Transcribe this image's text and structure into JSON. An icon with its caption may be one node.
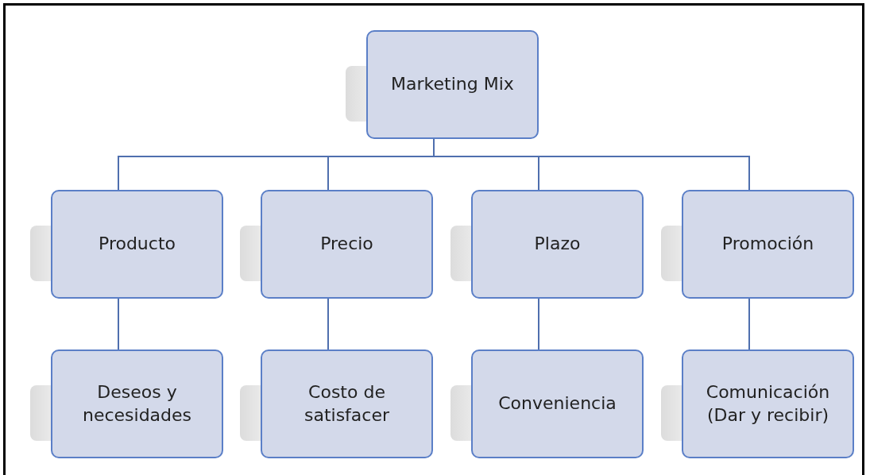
{
  "diagram": {
    "nodes": [
      {
        "text": [
          "Marketing Mix"
        ]
      },
      {
        "text": [
          "Producto"
        ]
      },
      {
        "text": [
          "Precio"
        ]
      },
      {
        "text": [
          "Plazo"
        ]
      },
      {
        "text": [
          "Promoción"
        ]
      },
      {
        "text": [
          "Deseos y necesidades"
        ]
      },
      {
        "text": [
          "Costo de satisfacer"
        ]
      },
      {
        "text": [
          "Conveniencia"
        ]
      },
      {
        "text": [
          "Comunicación (Dar y recibir)"
        ]
      }
    ],
    "edges": [
      {
        "from": 0,
        "to": 1,
        "arrow": "none"
      },
      {
        "from": 0,
        "to": 2,
        "arrow": "none"
      },
      {
        "from": 0,
        "to": 3,
        "arrow": "none"
      },
      {
        "from": 0,
        "to": 4,
        "arrow": "none"
      },
      {
        "from": 1,
        "to": 5,
        "arrow": "none"
      },
      {
        "from": 2,
        "to": 6,
        "arrow": "none"
      },
      {
        "from": 3,
        "to": 7,
        "arrow": "none"
      },
      {
        "from": 4,
        "to": 8,
        "arrow": "none"
      }
    ]
  }
}
